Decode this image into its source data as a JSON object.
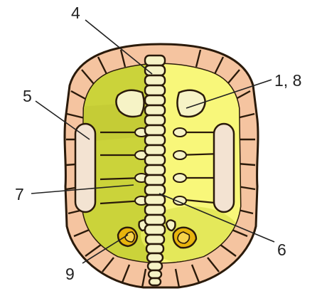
{
  "labels": {
    "l4": "4",
    "l18": "1, 8",
    "l5": "5",
    "l7": "7",
    "l6": "6",
    "l9": "9"
  },
  "colors": {
    "shell_tan": "#F5C4A0",
    "shell_edge": "#2a1a0a",
    "inner_yellow": "#F8F77A",
    "inner_olive": "#CBD33A",
    "spine": "#F6F3C6",
    "pad": "#F3E3D2",
    "gold": "#E8B40C"
  }
}
